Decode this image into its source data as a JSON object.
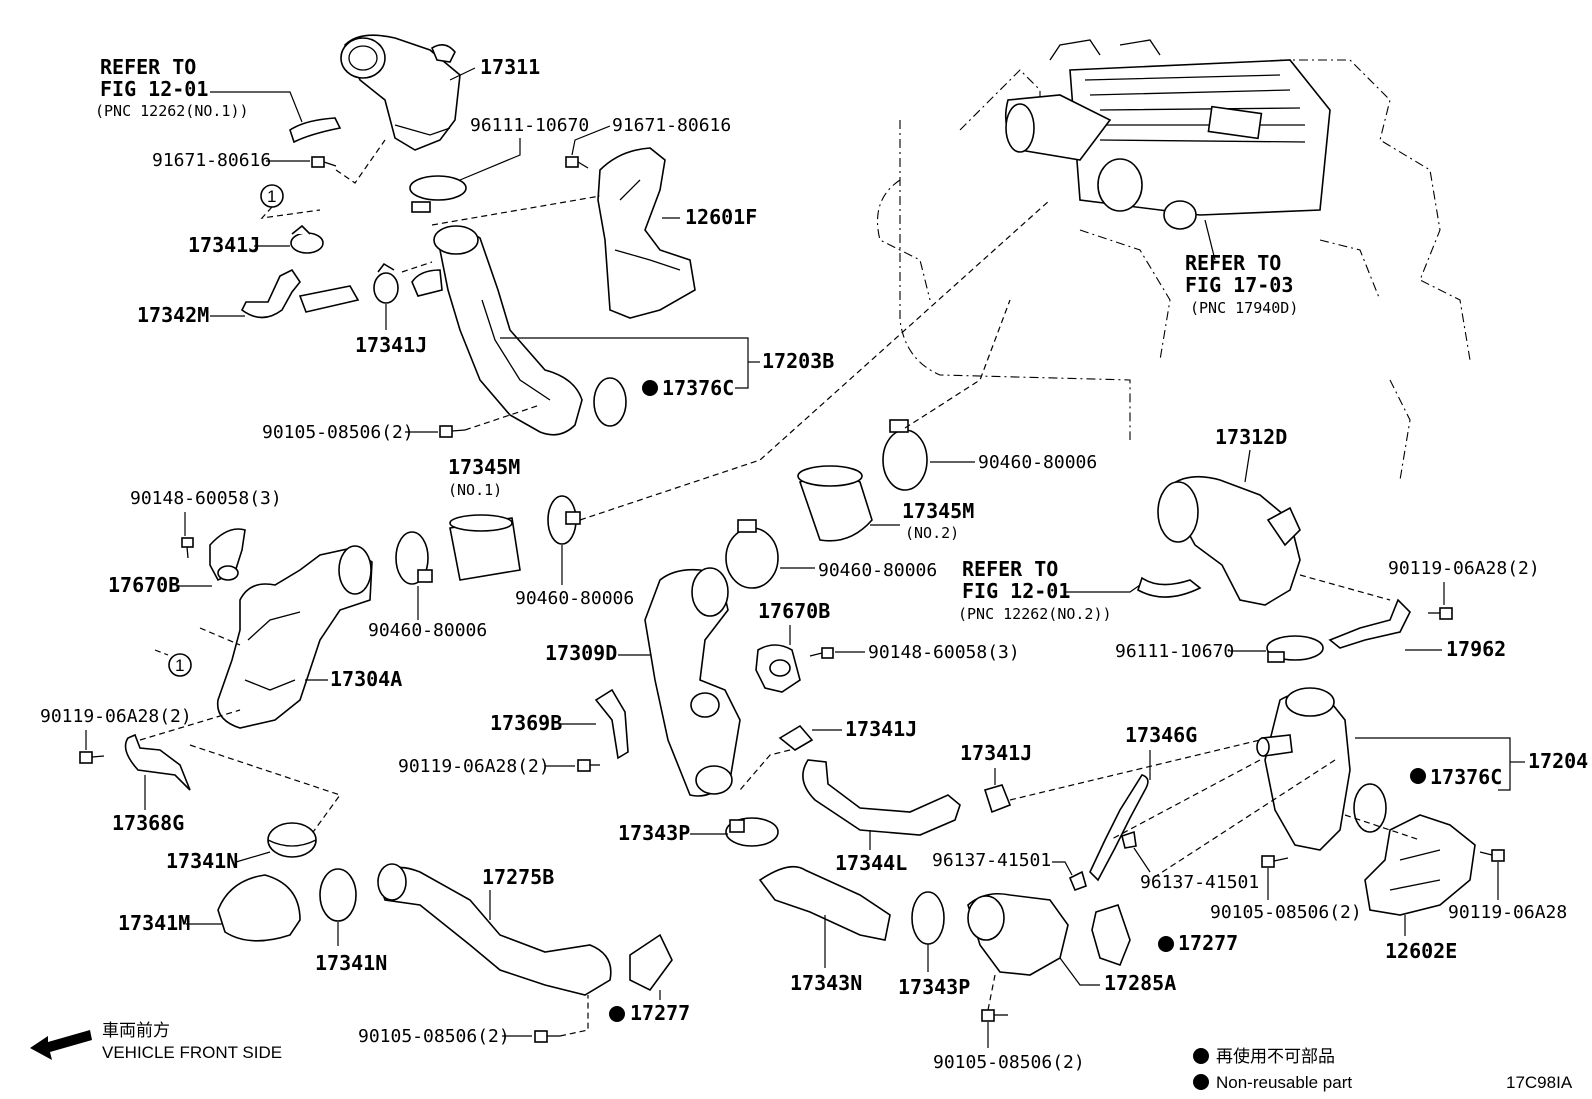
{
  "labels": {
    "p17311": "17311",
    "p96111_top": "96111-10670",
    "p91671_top": "91671-80616",
    "p91671_left": "91671-80616",
    "p12601F": "12601F",
    "p17341J_a": "17341J",
    "p17342M": "17342M",
    "p17341J_b": "17341J",
    "p17203B": "17203B",
    "p17376C_a": "17376C",
    "p90105_a": "90105-08506(2)",
    "p17345M_a": "17345M",
    "p17345M_a_sub": "(NO.1)",
    "p90148_a": "90148-60058(3)",
    "p17670B_a": "17670B",
    "p90460_a": "90460-80006",
    "p90460_b": "90460-80006",
    "p90460_c": "90460-80006",
    "p90460_d": "90460-80006",
    "p17345M_b": "17345M",
    "p17345M_b_sub": "(NO.2)",
    "p17304A": "17304A",
    "p90119_a": "90119-06A28(2)",
    "p17368G": "17368G",
    "p17309D": "17309D",
    "p17670B_b": "17670B",
    "p90148_b": "90148-60058(3)",
    "p17369B": "17369B",
    "p90119_b": "90119-06A28(2)",
    "p17341J_c": "17341J",
    "p17341J_d": "17341J",
    "p17346G": "17346G",
    "p17204": "17204",
    "p17376C_b": "17376C",
    "p17312D": "17312D",
    "p90119_c": "90119-06A28(2)",
    "p96111_right": "96111-10670",
    "p17962": "17962",
    "p17341N_a": "17341N",
    "p17341M": "17341M",
    "p17341N_b": "17341N",
    "p17275B": "17275B",
    "p17343P_a": "17343P",
    "p17344L": "17344L",
    "p96137_a": "96137-41501",
    "p96137_b": "96137-41501",
    "p90105_b": "90105-08506(2)",
    "p90119_d": "90119-06A28",
    "p12602E": "12602E",
    "p17277_a": "17277",
    "p17277_b": "17277",
    "p17343N": "17343N",
    "p17343P_b": "17343P",
    "p17285A": "17285A",
    "p90105_c": "90105-08506(2)",
    "p90105_d": "90105-08506(2)",
    "circle_1": "1"
  },
  "refs": {
    "ref_a": {
      "line1": "REFER TO",
      "line2": "FIG 12-01",
      "line3": "(PNC 12262(NO.1))"
    },
    "ref_b": {
      "line1": "REFER TO",
      "line2": "FIG 17-03",
      "line3": "(PNC 17940D)"
    },
    "ref_c": {
      "line1": "REFER TO",
      "line2": "FIG 12-01",
      "line3": "(PNC 12262(NO.2))"
    }
  },
  "front": {
    "jp": "車両前方",
    "en": "VEHICLE FRONT SIDE"
  },
  "legend": {
    "jp": "再使用不可部品",
    "en": "Non-reusable part"
  },
  "figure_id": "17C98IA"
}
